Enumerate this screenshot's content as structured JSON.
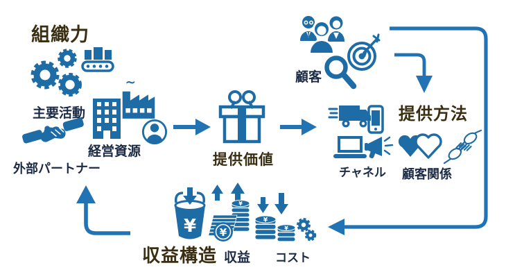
{
  "colors": {
    "background": "#ffffff",
    "icon_blue": "#1e6ca6",
    "arrow_blue": "#2173b4",
    "heading_brown": "#3a2e12",
    "label_navy": "#1c2b45"
  },
  "sections": {
    "organization": {
      "heading": "組織力",
      "key_activities": "主要活動",
      "resources": "経営資源",
      "partners": "外部パートナー"
    },
    "value_proposition": {
      "label": "提供価値"
    },
    "customers": {
      "label": "顧客"
    },
    "delivery": {
      "heading": "提供方法",
      "channel": "チャネル",
      "customer_relations": "顧客関係"
    },
    "revenue_structure": {
      "heading": "収益構造",
      "revenue": "収益",
      "cost": "コスト"
    }
  },
  "symbols": {
    "yen": "¥",
    "smoke": "~"
  },
  "icons": {
    "key_activities": [
      "gears-icon",
      "conveyor-belt-icon"
    ],
    "resources": [
      "office-building-icon",
      "factory-icon",
      "person-circle-icon"
    ],
    "partners": [
      "handshake-icon"
    ],
    "value_proposition": [
      "gift-icon"
    ],
    "customers": [
      "people-group-icon",
      "target-dart-icon",
      "magnifying-glass-icon"
    ],
    "channel": [
      "delivery-truck-icon",
      "smartphone-icon",
      "laptop-icon",
      "megaphone-icon"
    ],
    "customer_relations": [
      "hearts-icon",
      "reaching-hands-icon"
    ],
    "revenue_structure": [
      "money-bucket-icon"
    ],
    "revenue": [
      "money-stack-up-icon"
    ],
    "cost": [
      "coins-down-gears-icon"
    ]
  }
}
